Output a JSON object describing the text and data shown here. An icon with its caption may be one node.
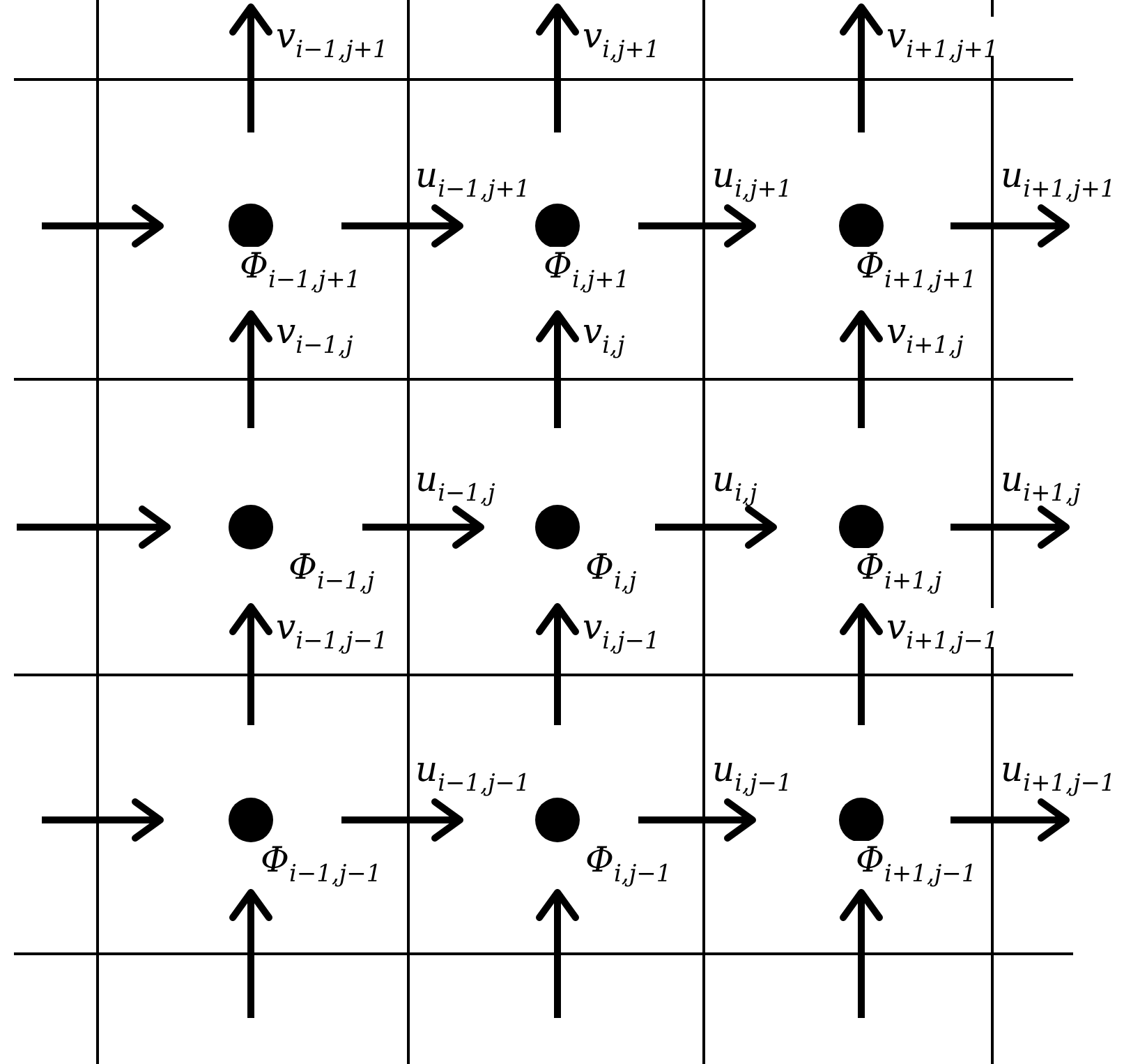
{
  "diagram": {
    "labels": [
      "v$_{i−1,j+1}$",
      "v$_{i,j+1}$",
      "v$_{i+1,j+1}$",
      "u$_{i−1,j+1}$",
      "u$_{i,j+1}$",
      "u$_{i+1,j+1}$",
      "Φ$_{i−1,j+1}$",
      "Φ$_{i,j+1}$",
      "Φ$_{i+1,j+1}$",
      "v$_{i−1,j}$",
      "v$_{i,j}$",
      "v$_{i+1,j}$",
      "u$_{i−1,j}$",
      "u$_{i,j}$",
      "u$_{i+1,j}$",
      "Φ$_{i−1,j}$",
      "Φ$_{i,j}$",
      "Φ$_{i+1,j}$",
      "v$_{i−1,j−1}$",
      "v$_{i,j−1}$",
      "v$_{i+1,j−1}$",
      "u$_{i−1,j−1}$",
      "u$_{i,j−1}$",
      "u$_{i+1,j−1}$",
      "Φ$_{i−1,j−1}$",
      "Φ$_{i,j−1}$",
      "Φ$_{i+1,j−1}$"
    ]
  }
}
